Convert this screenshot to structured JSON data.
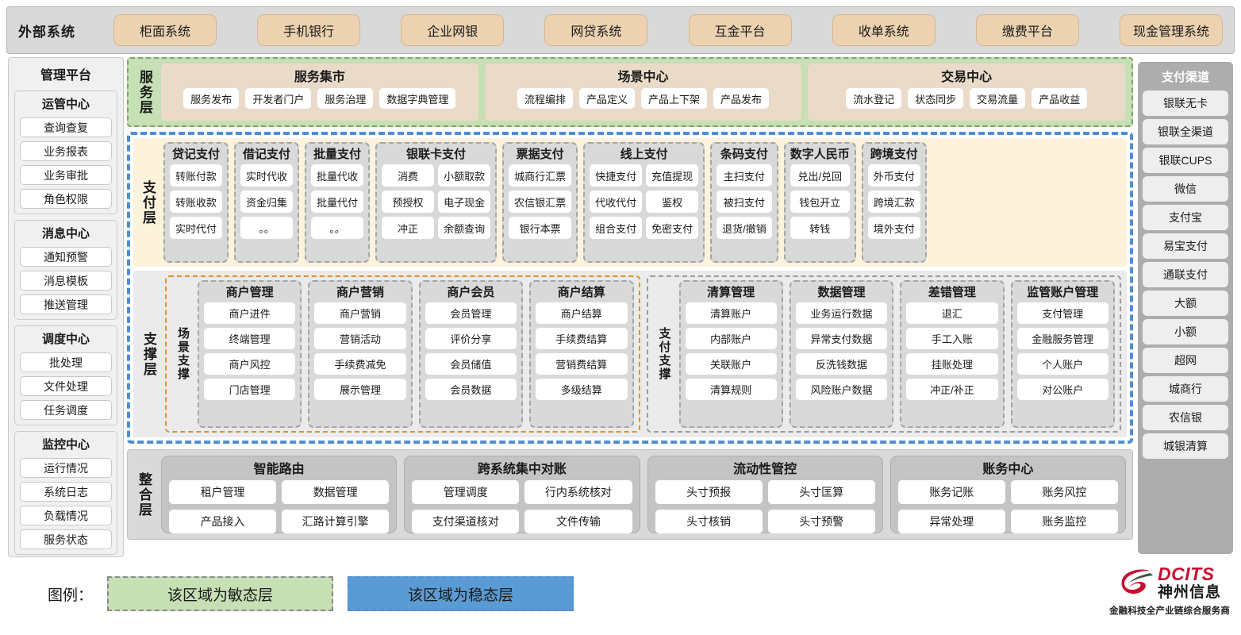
{
  "external_bar": {
    "title": "外部系统",
    "items": [
      "柜面系统",
      "手机银行",
      "企业网银",
      "网贷系统",
      "互金平台",
      "收单系统",
      "缴费平台",
      "现金管理系统"
    ]
  },
  "left_sidebar": {
    "title": "管理平台",
    "groups": [
      {
        "title": "运管中心",
        "items": [
          "查询查复",
          "业务报表",
          "业务审批",
          "角色权限"
        ]
      },
      {
        "title": "消息中心",
        "items": [
          "通知预警",
          "消息模板",
          "推送管理"
        ]
      },
      {
        "title": "调度中心",
        "items": [
          "批处理",
          "文件处理",
          "任务调度"
        ]
      },
      {
        "title": "监控中心",
        "items": [
          "运行情况",
          "系统日志",
          "负载情况",
          "服务状态"
        ]
      }
    ]
  },
  "right_sidebar": {
    "title": "支付渠道",
    "items": [
      "银联无卡",
      "银联全渠道",
      "银联CUPS",
      "微信",
      "支付宝",
      "易宝支付",
      "通联支付",
      "大额",
      "小额",
      "超网",
      "城商行",
      "农信银",
      "城银清算"
    ]
  },
  "service_layer": {
    "label": "服务层",
    "groups": [
      {
        "title": "服务集市",
        "items": [
          "服务发布",
          "开发者门户",
          "服务治理",
          "数据字典管理"
        ]
      },
      {
        "title": "场景中心",
        "items": [
          "流程编排",
          "产品定义",
          "产品上下架",
          "产品发布"
        ]
      },
      {
        "title": "交易中心",
        "items": [
          "流水登记",
          "状态同步",
          "交易流量",
          "产品收益"
        ]
      }
    ]
  },
  "payment_layer": {
    "label": "支付层",
    "columns": [
      {
        "title": "贷记支付",
        "cols": 1,
        "items": [
          "转账付款",
          "转账收款",
          "实时代付"
        ]
      },
      {
        "title": "借记支付",
        "cols": 1,
        "items": [
          "实时代收",
          "资金归集",
          "。。"
        ]
      },
      {
        "title": "批量支付",
        "cols": 1,
        "items": [
          "批量代收",
          "批量代付",
          "。。"
        ]
      },
      {
        "title": "银联卡支付",
        "cols": 2,
        "items": [
          "消费",
          "小额取款",
          "预授权",
          "电子现金",
          "冲正",
          "余额查询"
        ]
      },
      {
        "title": "票据支付",
        "cols": 1,
        "items": [
          "城商行汇票",
          "农信银汇票",
          "银行本票"
        ]
      },
      {
        "title": "线上支付",
        "cols": 2,
        "items": [
          "快捷支付",
          "充值提现",
          "代收代付",
          "鉴权",
          "组合支付",
          "免密支付"
        ]
      },
      {
        "title": "条码支付",
        "cols": 1,
        "items": [
          "主扫支付",
          "被扫支付",
          "退货/撤销"
        ]
      },
      {
        "title": "数字人民币",
        "cols": 1,
        "items": [
          "兑出/兑回",
          "钱包开立",
          "转钱"
        ]
      },
      {
        "title": "跨境支付",
        "cols": 1,
        "items": [
          "外币支付",
          "跨境汇款",
          "境外支付"
        ]
      }
    ]
  },
  "support_layer": {
    "label": "支撑层",
    "boxes": [
      {
        "sublabel": "场景支撑",
        "columns": [
          {
            "title": "商户管理",
            "items": [
              "商户进件",
              "终端管理",
              "商户风控",
              "门店管理"
            ]
          },
          {
            "title": "商户营销",
            "items": [
              "商户营销",
              "营销活动",
              "手续费减免",
              "展示管理"
            ]
          },
          {
            "title": "商户会员",
            "items": [
              "会员管理",
              "评价分享",
              "会员储值",
              "会员数据"
            ]
          },
          {
            "title": "商户结算",
            "items": [
              "商户结算",
              "手续费结算",
              "营销费结算",
              "多级结算"
            ]
          }
        ]
      },
      {
        "sublabel": "支付支撑",
        "columns": [
          {
            "title": "清算管理",
            "items": [
              "清算账户",
              "内部账户",
              "关联账户",
              "清算规则"
            ]
          },
          {
            "title": "数据管理",
            "items": [
              "业务运行数据",
              "异常支付数据",
              "反洗钱数据",
              "风险账户数据"
            ]
          },
          {
            "title": "差错管理",
            "items": [
              "退汇",
              "手工入账",
              "挂账处理",
              "冲正/补正"
            ]
          },
          {
            "title": "监管账户管理",
            "items": [
              "支付管理",
              "金融服务管理",
              "个人账户",
              "对公账户"
            ]
          }
        ]
      }
    ]
  },
  "integration_layer": {
    "label": "整合层",
    "groups": [
      {
        "title": "智能路由",
        "items": [
          "租户管理",
          "数据管理",
          "产品接入",
          "汇路计算引擎"
        ]
      },
      {
        "title": "跨系统集中对账",
        "items": [
          "管理调度",
          "行内系统核对",
          "支付渠道核对",
          "文件传输"
        ]
      },
      {
        "title": "流动性管控",
        "items": [
          "头寸预报",
          "头寸匡算",
          "头寸核销",
          "头寸预警"
        ]
      },
      {
        "title": "账务中心",
        "items": [
          "账务记账",
          "账务风控",
          "异常处理",
          "账务监控"
        ]
      }
    ]
  },
  "legend": {
    "label": "图例：",
    "agile": "该区域为敏态层",
    "stable": "该区域为稳态层"
  },
  "logo": {
    "brand": "DCITS",
    "brand_cn": "神州信息",
    "tagline": "金融科技全产业链综合服务商"
  },
  "colors": {
    "agile_green": "#c6dfb4",
    "stable_blue": "#5b9bd5",
    "ext_chip": "#ecd2b0",
    "pay_layer_bg": "#fdf3dc",
    "brand_red": "#c8102e"
  }
}
